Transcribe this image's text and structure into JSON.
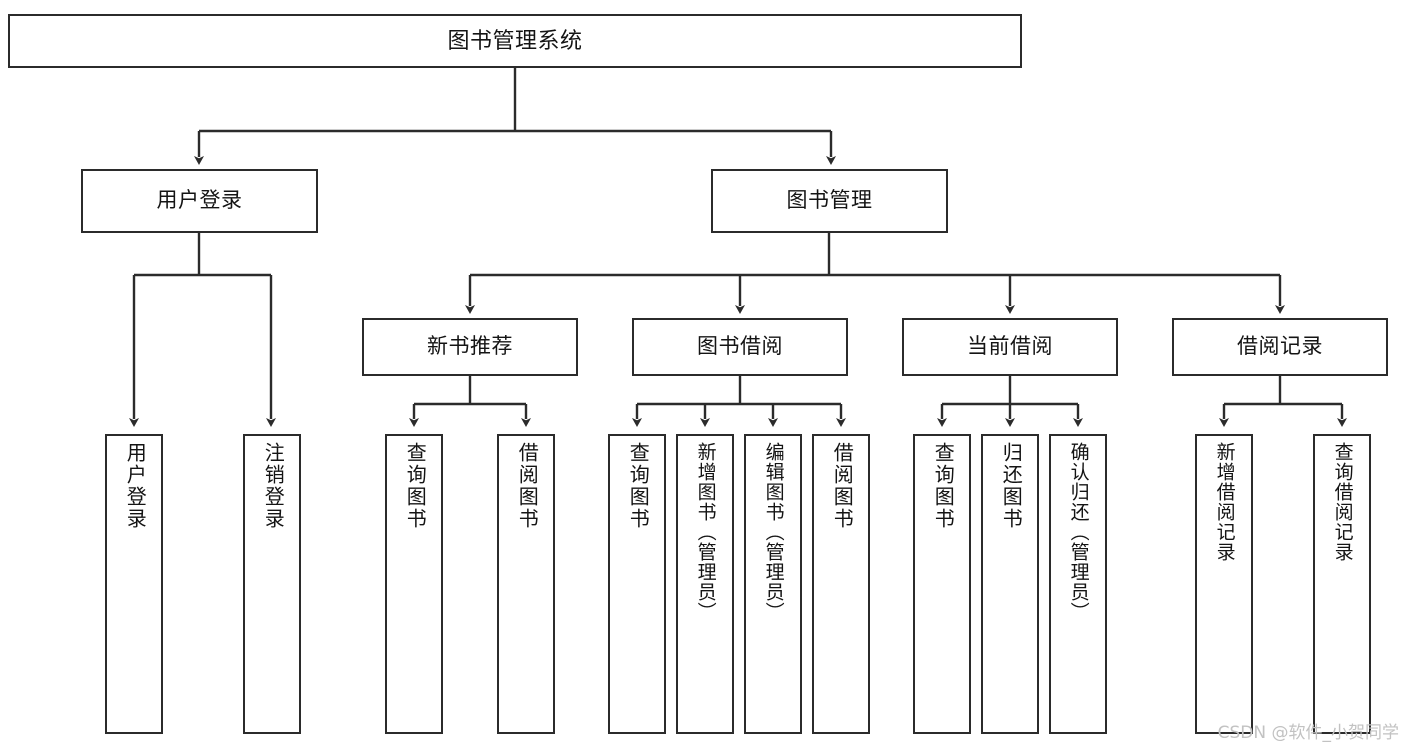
{
  "diagram": {
    "type": "tree-hierarchy",
    "title": "图书管理系统",
    "theme": {
      "background": "#ffffff",
      "stroke": "#2b2b2b",
      "text": "#141414",
      "watermark_color": "#c2c2c2"
    },
    "watermark": "CSDN @软件_小贺同学"
  },
  "nodes": {
    "root": {
      "label": "图书管理系统",
      "level": 1
    },
    "level2": [
      {
        "id": "user-login",
        "label": "用户登录"
      },
      {
        "id": "book-manage",
        "label": "图书管理"
      }
    ],
    "level3": [
      {
        "id": "new-book-recommend",
        "label": "新书推荐",
        "parent": "book-manage"
      },
      {
        "id": "book-borrow",
        "label": "图书借阅",
        "parent": "book-manage"
      },
      {
        "id": "current-borrow",
        "label": "当前借阅",
        "parent": "book-manage"
      },
      {
        "id": "borrow-record",
        "label": "借阅记录",
        "parent": "book-manage"
      }
    ],
    "leaves": {
      "user-login": [
        {
          "id": "leaf-user-login",
          "label": "用户登录"
        },
        {
          "id": "leaf-user-logout",
          "label": "注销登录"
        }
      ],
      "new-book-recommend": [
        {
          "id": "leaf-query-book-1",
          "label": "查询图书"
        },
        {
          "id": "leaf-borrow-book-1",
          "label": "借阅图书"
        }
      ],
      "book-borrow": [
        {
          "id": "leaf-query-book-2",
          "label": "查询图书"
        },
        {
          "id": "leaf-add-book",
          "label": "新增图书（管理员）"
        },
        {
          "id": "leaf-edit-book",
          "label": "编辑图书（管理员）"
        },
        {
          "id": "leaf-borrow-book-2",
          "label": "借阅图书"
        }
      ],
      "current-borrow": [
        {
          "id": "leaf-query-book-3",
          "label": "查询图书"
        },
        {
          "id": "leaf-return-book",
          "label": "归还图书"
        },
        {
          "id": "leaf-confirm-return",
          "label": "确认归还（管理员）"
        }
      ],
      "borrow-record": [
        {
          "id": "leaf-add-record",
          "label": "新增借阅记录"
        },
        {
          "id": "leaf-query-record",
          "label": "查询借阅记录"
        }
      ]
    }
  }
}
